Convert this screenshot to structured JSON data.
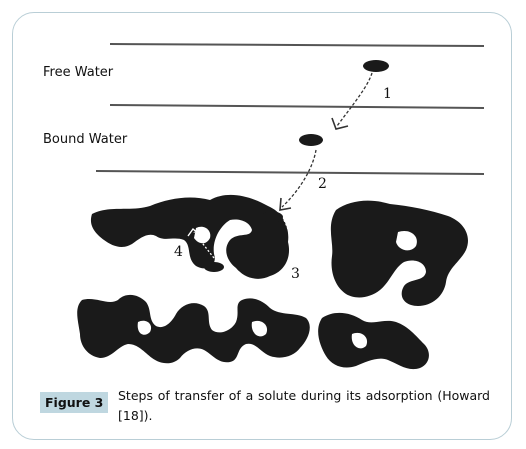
{
  "figure": {
    "label_free_water": "Free Water",
    "label_bound_water": "Bound Water",
    "step_1": "1",
    "step_2": "2",
    "step_3": "3",
    "step_4": "4"
  },
  "caption": {
    "badge": "Figure 3",
    "text": "Steps of transfer of a solute during its adsorption (Howard [18])."
  },
  "colors": {
    "frame_border": "#b9ced6",
    "badge_bg": "#bfd7e0",
    "ink": "#1a1a1a"
  }
}
